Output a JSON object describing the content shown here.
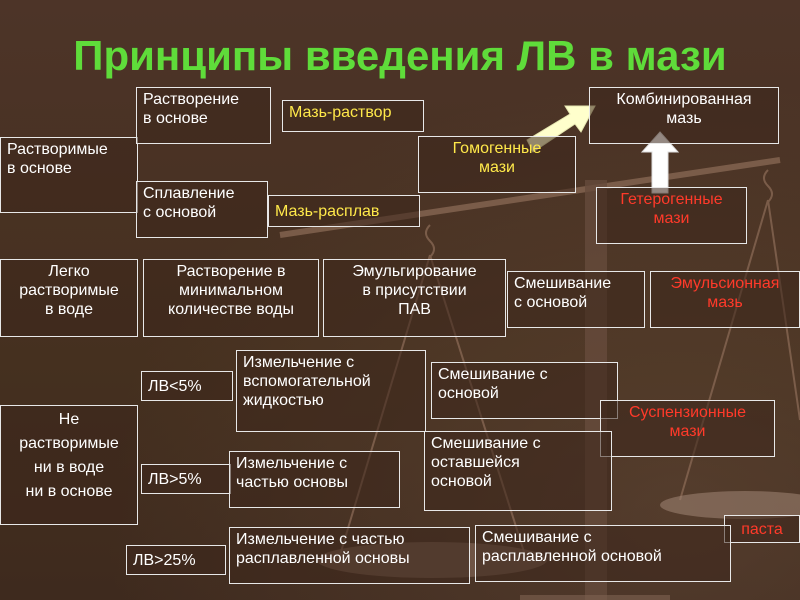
{
  "title": "Принципы введения ЛВ в мази",
  "boxes": {
    "soluble_in_base": "Растворимые\nв основе",
    "dissolution_in_base": "Растворение\nв основе",
    "ointment_solution": "Мазь-раствор",
    "fusion_with_base": "Сплавление\nс основой",
    "ointment_melt": "Мазь-расплав",
    "homogeneous": "Гомогенные\nмази",
    "combined": "Комбинированная\nмазь",
    "heterogeneous": "Гетерогенные\nмази",
    "water_soluble": "Легко\nрастворимые\nв воде",
    "dissolution_min_water": "Растворение в\nминимальном\nколичестве воды",
    "emulsification": "Эмульгирование\nв присутствии\nПАВ",
    "mixing_base_1": "Смешивание\nс основой",
    "emulsion_ointment": "Эмульсионная\nмазь",
    "lv_lt5": "ЛВ<5%",
    "grinding_aux": "Измельчение с\nвспомогательной\nжидкостью",
    "mixing_base_2": "Смешивание с\nосновой",
    "insoluble": "Не\nрастворимые\nни в воде\nни в основе",
    "suspension": "Суспензионные\nмази",
    "lv_gt5": "ЛВ>5%",
    "grinding_part": "Измельчение с\nчастью основы",
    "mixing_remaining": "Смешивание с\nоставшейся\nосновой",
    "paste": "паста",
    "lv_gt25": "ЛВ>25%",
    "grinding_melted": "Измельчение с частью\nрасплавленной основы",
    "mixing_melted": "Смешивание с\nрасплавленной основой"
  },
  "colors": {
    "title": "#5fdc3a",
    "text": "#ffffff",
    "highlight_yellow": "#ffe94a",
    "highlight_red": "#ff3a2a",
    "border": "#e8e8e8",
    "background": "#4a3226"
  }
}
